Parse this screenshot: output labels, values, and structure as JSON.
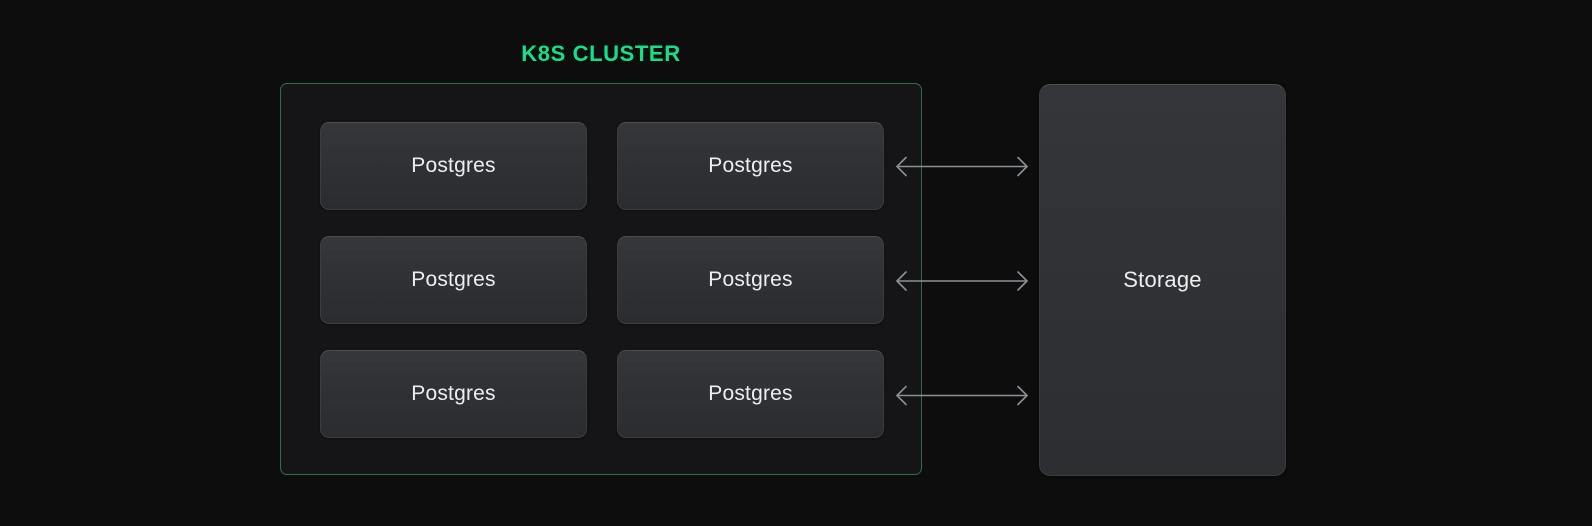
{
  "diagram": {
    "type": "architecture-diagram",
    "background_color": "#0d0d0e",
    "cluster": {
      "title": "K8S CLUSTER",
      "title_color": "#14e08a",
      "border_color": "#2d6e4d",
      "fill_color": "#151517",
      "pods": [
        {
          "label": "Postgres"
        },
        {
          "label": "Postgres"
        },
        {
          "label": "Postgres"
        },
        {
          "label": "Postgres"
        },
        {
          "label": "Postgres"
        },
        {
          "label": "Postgres"
        }
      ]
    },
    "storage": {
      "label": "Storage",
      "fill_color": "#303235"
    },
    "connections": [
      {
        "from": "Postgres",
        "to": "Storage",
        "direction": "bidirectional",
        "color": "#8b9096"
      },
      {
        "from": "Postgres",
        "to": "Storage",
        "direction": "bidirectional",
        "color": "#8b9096"
      },
      {
        "from": "Postgres",
        "to": "Storage",
        "direction": "bidirectional",
        "color": "#8b9096"
      }
    ]
  }
}
